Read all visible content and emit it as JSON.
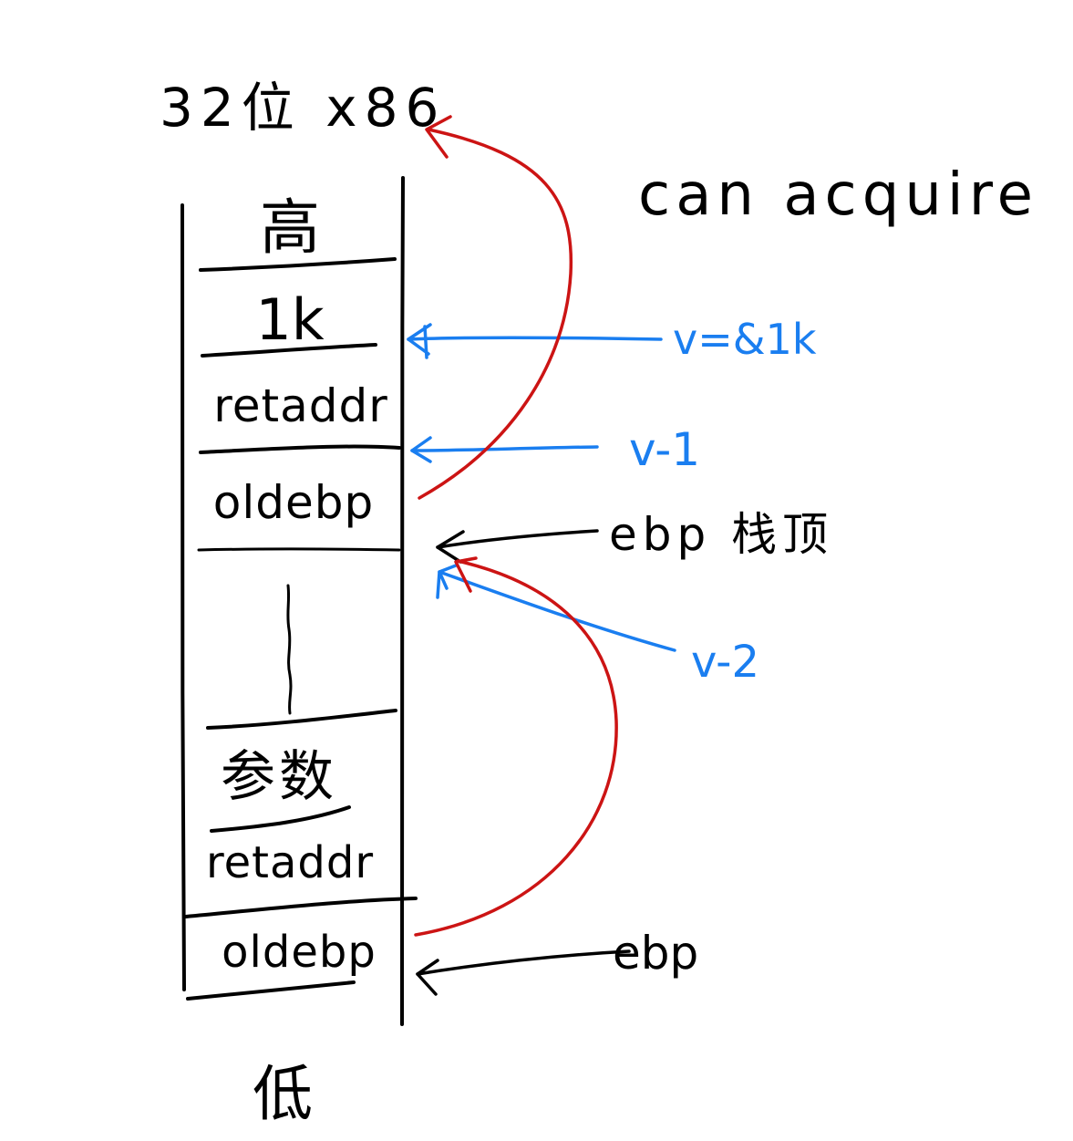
{
  "title": "32位 x86",
  "annotation_top_right": "can acquire",
  "bottom_label": "低",
  "stack_cells": [
    {
      "label": "高"
    },
    {
      "label": "1k"
    },
    {
      "label": "retaddr"
    },
    {
      "label": "oldebp"
    },
    {
      "label": "参数"
    },
    {
      "label": "retaddr"
    },
    {
      "label": "oldebp"
    }
  ],
  "pointers": {
    "v_eq_addr_1k": "v=&1k",
    "v_minus_1": "v-1",
    "ebp_stack_top": "ebp 栈顶",
    "v_minus_2": "v-2",
    "ebp": "ebp"
  },
  "colors": {
    "ink": "#000000",
    "blue": "#1a7ef0",
    "red": "#cc1414"
  }
}
